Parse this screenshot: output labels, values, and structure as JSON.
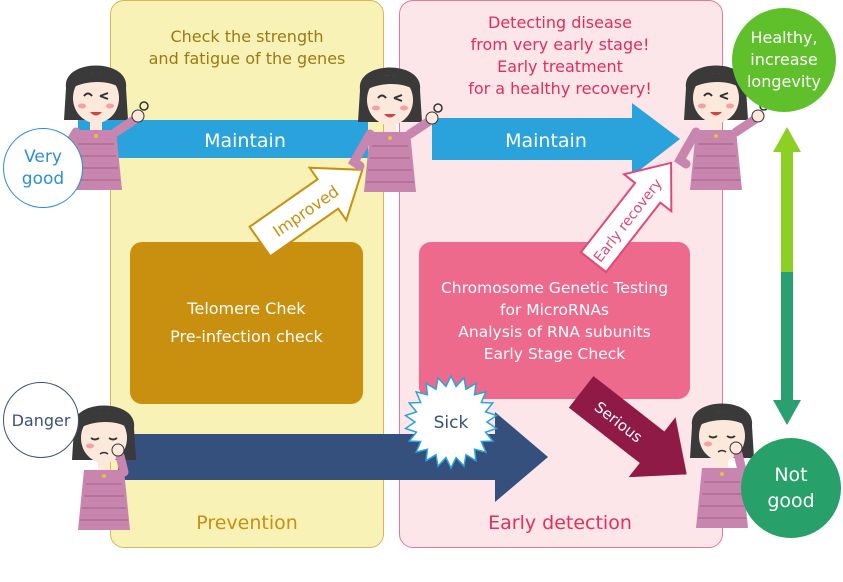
{
  "prevention": {
    "heading": [
      "Check the strength",
      "and fatigue of the genes"
    ],
    "box": [
      "Telomere Chek",
      "Pre-infection check"
    ],
    "footer": "Prevention"
  },
  "early_detection": {
    "heading": [
      "Detecting disease",
      "from very early stage!",
      "Early treatment",
      "for a healthy recovery!"
    ],
    "box": [
      "Chromosome Genetic Testing",
      "for MicroRNAs",
      "Analysis of RNA subunits",
      "Early Stage Check"
    ],
    "footer": "Early detection"
  },
  "arrows": {
    "maintain_1": "Maintain",
    "maintain_2": "Maintain",
    "improved": "Improved",
    "early_recovery": "Early recovery",
    "serious": "Serious",
    "sick": "Sick"
  },
  "states": {
    "very_good": [
      "Very",
      "good"
    ],
    "danger": "Danger",
    "healthy": [
      "Healthy,",
      "increase",
      "longevity"
    ],
    "not_good": [
      "Not",
      "good"
    ]
  },
  "colors": {
    "maintain_arrow": "#2aa3dc",
    "sick_arrow": "#36507e",
    "serious_arrow": "#8f1a45",
    "improved_arrow_border": "#c8900e",
    "recovery_arrow_border": "#e04876",
    "scale_top": "#8cd024",
    "scale_bottom": "#2aa072",
    "character_shirt": "#c886ae"
  }
}
